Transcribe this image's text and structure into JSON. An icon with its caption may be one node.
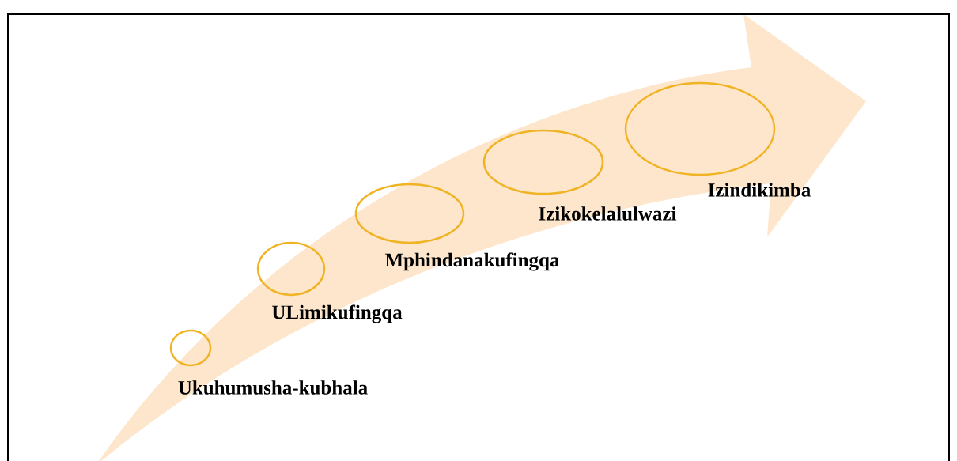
{
  "diagram": {
    "nodes": [
      {
        "text": [],
        "shape": "circle",
        "beside": [
          "Ukuhumusha-kubhala"
        ]
      },
      {
        "text": [],
        "shape": "circle",
        "beside": [
          "ULimikufingqa"
        ]
      },
      {
        "text": [],
        "shape": "circle",
        "beside": [
          "Mphindanakufingqa"
        ]
      },
      {
        "text": [],
        "shape": "circle",
        "beside": [
          "Izikokelalulwazi"
        ]
      },
      {
        "text": [],
        "shape": "circle",
        "beside": [
          "Izindikimba"
        ]
      }
    ]
  }
}
